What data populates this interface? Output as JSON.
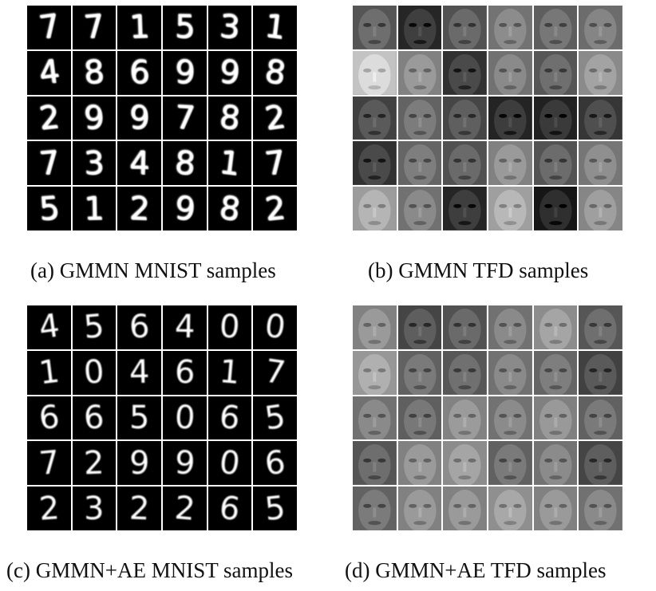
{
  "figure": {
    "panels": [
      {
        "id": "a",
        "caption": "(a) GMMN MNIST samples",
        "kind": "mnist",
        "style": "noisy",
        "digits": [
          "7",
          "7",
          "1",
          "5",
          "3",
          "1",
          "4",
          "8",
          "6",
          "9",
          "9",
          "8",
          "2",
          "9",
          "9",
          "7",
          "8",
          "2",
          "7",
          "3",
          "4",
          "8",
          "1",
          "7",
          "5",
          "1",
          "2",
          "9",
          "8",
          "2"
        ]
      },
      {
        "id": "b",
        "caption": "(b) GMMN TFD samples",
        "kind": "tfd",
        "tones": [
          "#6e6e6e",
          "#3f3f3f",
          "#6a6a6a",
          "#8c8c8c",
          "#777777",
          "#858585",
          "#dcdcdc",
          "#9a9a9a",
          "#4a4a4a",
          "#8a8a8a",
          "#6f6f6f",
          "#a3a3a3",
          "#5a5a5a",
          "#7c7c7c",
          "#5f5f5f",
          "#3d3d3d",
          "#3a3a3a",
          "#4f4f4f",
          "#4a4a4a",
          "#7e7e7e",
          "#6a6a6a",
          "#9a9a9a",
          "#6c6c6c",
          "#8f8f8f",
          "#b5b5b5",
          "#8a8a8a",
          "#3e3e3e",
          "#b8b8b8",
          "#2f2f2f",
          "#9f9f9f"
        ]
      },
      {
        "id": "c",
        "caption": "(c) GMMN+AE MNIST samples",
        "kind": "mnist",
        "style": "clean",
        "digits": [
          "4",
          "5",
          "6",
          "4",
          "0",
          "0",
          "1",
          "0",
          "4",
          "6",
          "1",
          "7",
          "6",
          "6",
          "5",
          "0",
          "6",
          "5",
          "7",
          "2",
          "9",
          "9",
          "0",
          "6",
          "2",
          "3",
          "2",
          "2",
          "6",
          "5"
        ]
      },
      {
        "id": "d",
        "caption": "(d) GMMN+AE TFD samples",
        "kind": "tfd",
        "tones": [
          "#9a9a9a",
          "#5e5e5e",
          "#6a6a6a",
          "#8a8a8a",
          "#a5a5a5",
          "#6f6f6f",
          "#b0b0b0",
          "#7a7a7a",
          "#707070",
          "#8a8a8a",
          "#7e7e7e",
          "#5a5a5a",
          "#8a8a8a",
          "#787878",
          "#9b9b9b",
          "#8b8b8b",
          "#999999",
          "#7a7a7a",
          "#6e6e6e",
          "#9a9a9a",
          "#a5a5a5",
          "#7a7a7a",
          "#8b8b8b",
          "#5e5e5e",
          "#7b7b7b",
          "#9a9a9a",
          "#9a9a9a",
          "#a8a8a8",
          "#9a9a9a",
          "#8a8a8a"
        ]
      }
    ]
  }
}
